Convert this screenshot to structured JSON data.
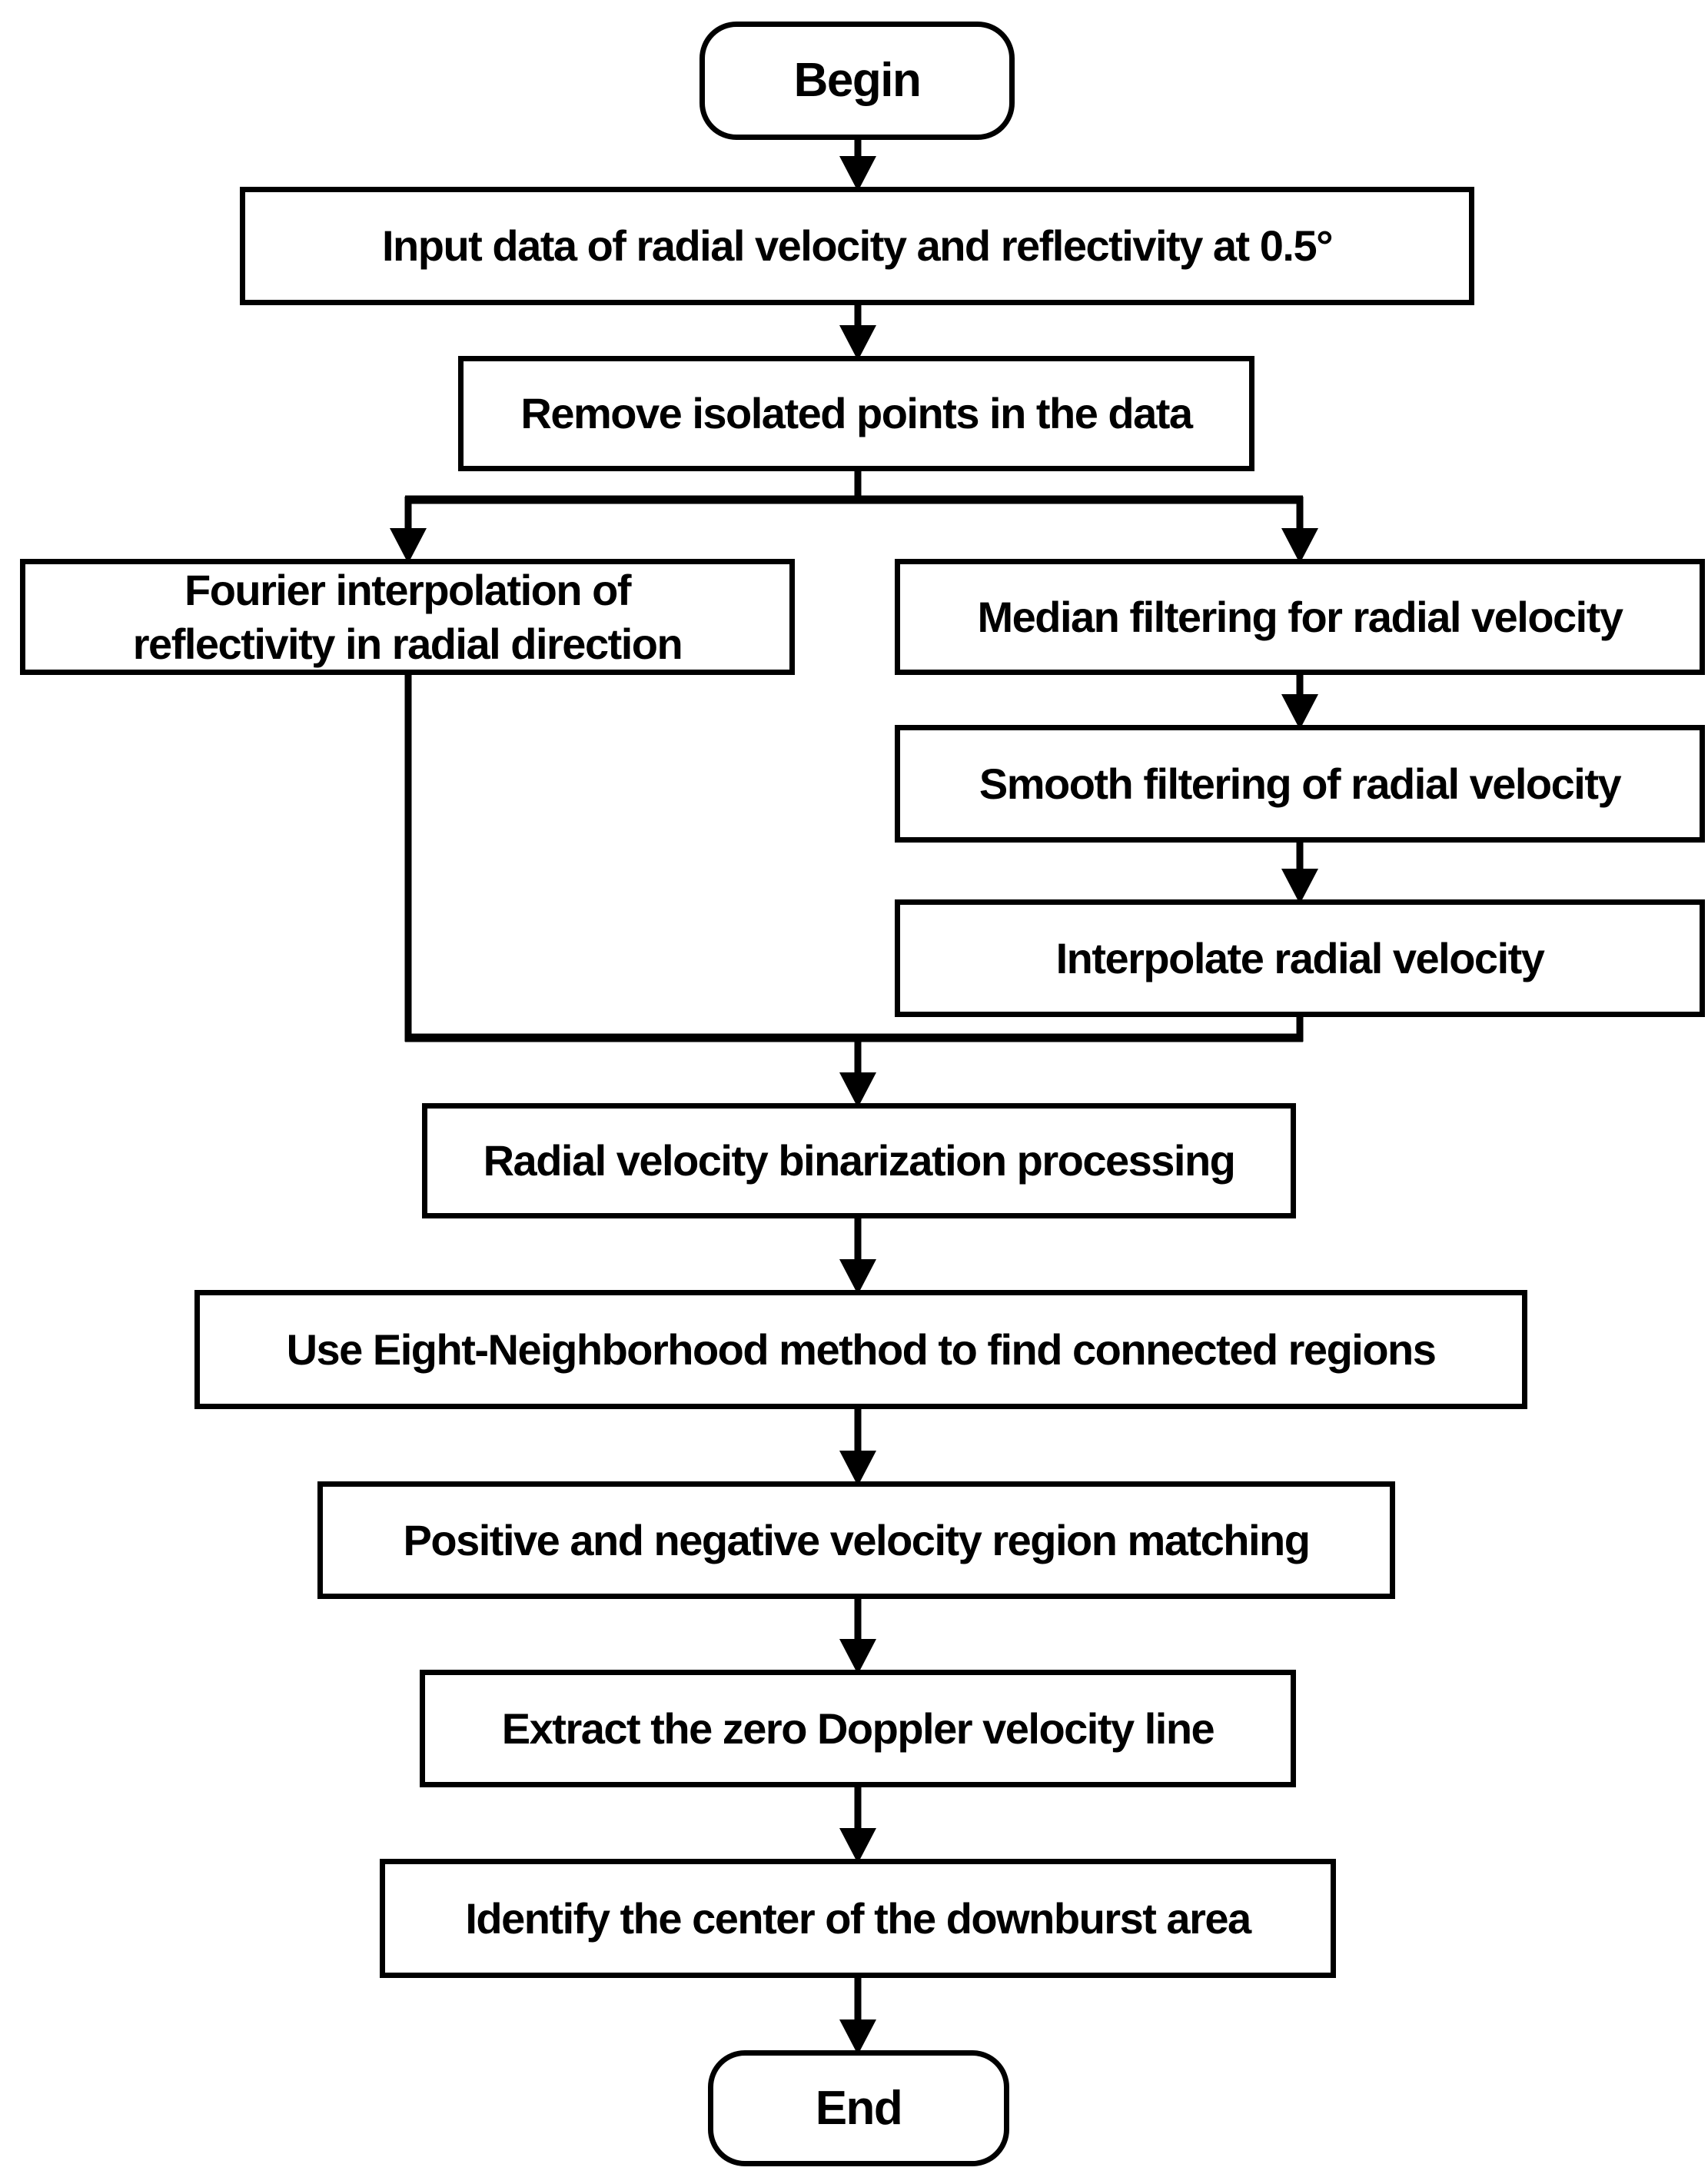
{
  "flowchart": {
    "nodes": {
      "begin": {
        "label": "Begin",
        "shape": "rounded"
      },
      "input_data": {
        "label": "Input data of radial velocity and reflectivity at 0.5°",
        "shape": "rect"
      },
      "remove_isolated": {
        "label": "Remove isolated points in the data",
        "shape": "rect"
      },
      "fourier_interpolation": {
        "label": "Fourier interpolation of\nreflectivity in radial direction",
        "shape": "rect"
      },
      "median_filtering": {
        "label": "Median filtering for radial velocity",
        "shape": "rect"
      },
      "smooth_filtering": {
        "label": "Smooth filtering of radial velocity",
        "shape": "rect"
      },
      "interpolate_velocity": {
        "label": "Interpolate radial velocity",
        "shape": "rect"
      },
      "binarization": {
        "label": "Radial velocity binarization processing",
        "shape": "rect"
      },
      "eight_neighborhood": {
        "label": "Use Eight-Neighborhood method to find connected regions",
        "shape": "rect"
      },
      "region_matching": {
        "label": "Positive and negative velocity region matching",
        "shape": "rect"
      },
      "extract_zero_line": {
        "label": "Extract the zero Doppler velocity line",
        "shape": "rect"
      },
      "identify_center": {
        "label": "Identify the center of the downburst area",
        "shape": "rect"
      },
      "end": {
        "label": "End",
        "shape": "rounded"
      }
    },
    "colors": {
      "stroke": "#000000",
      "box_fill": "#ffffff",
      "text": "#000000",
      "background": "#ffffff"
    }
  }
}
